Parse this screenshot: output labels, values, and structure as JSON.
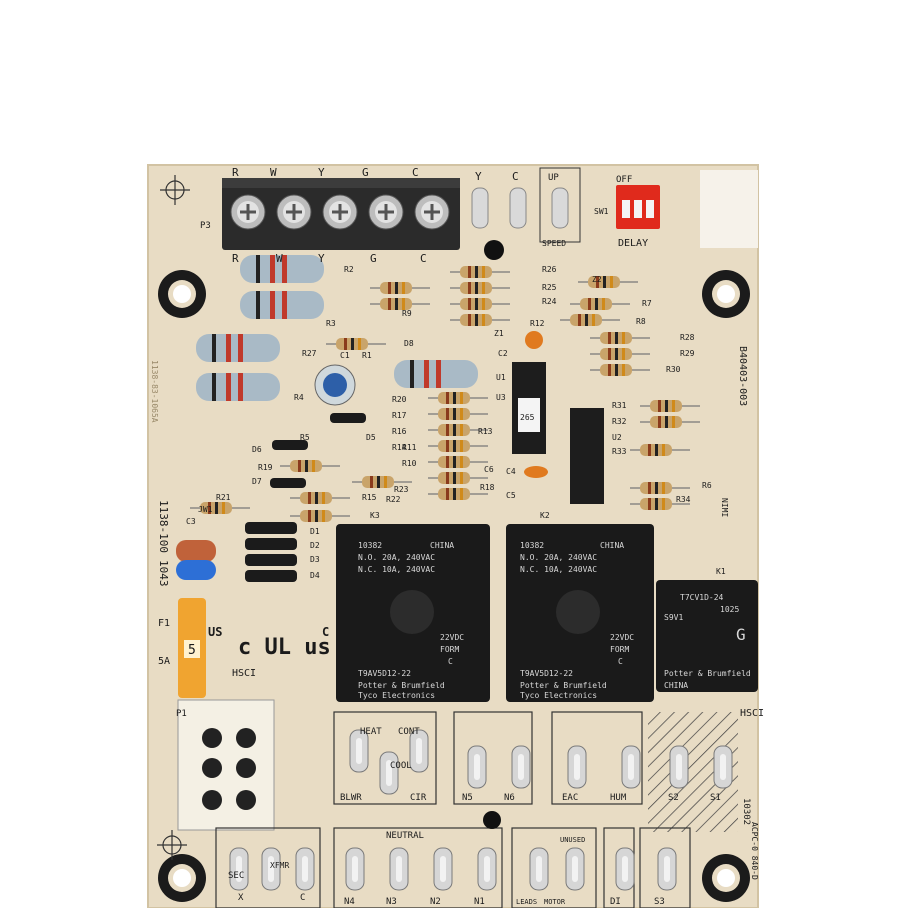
{
  "board": {
    "top_row_labels": [
      "R",
      "W",
      "Y",
      "G",
      "C"
    ],
    "term_labels_right": [
      "Y",
      "C",
      "UP"
    ],
    "bottom_row_labels": [
      "R",
      "W",
      "Y",
      "G",
      "C"
    ],
    "terminal_block_ref": "P3",
    "speed_label": "SPEED",
    "delay_label": "DELAY",
    "dip_label_off": "OFF",
    "dip_label_sw": "SW1",
    "part_number": "B40403-003",
    "edge_code_left": "1138-100",
    "edge_code_left2": "1043",
    "vertical_text_left": "1138-83-1065A",
    "fuse_ref": "F1",
    "fuse_rating": "5A",
    "fuse_fuse": "5",
    "hsci_left": "HSCI",
    "hsci_right": "HSCI",
    "ul_mark": "c UL us",
    "c_label": "C",
    "us_label": "US",
    "connector_ref": "P1",
    "connector_ref_small": "P1",
    "nimi_label": "NIMI",
    "k1_label": "K1",
    "k2_label": "K2",
    "k3_label": "K3",
    "board_code_right": "10302",
    "acpc_label": "ACPC-0 840-D",
    "relay_big_text": [
      "10382",
      "N.O. 20A, 240VAC",
      "N.C. 10A, 240VAC",
      "CHINA",
      "22VDC",
      "FORM",
      "C",
      "T9AV5D12-22",
      "Potter & Brumfield",
      "Tyco Electronics"
    ],
    "relay_small_text": [
      "G",
      "1025",
      "Potter & Brumfield",
      "T7CV1D-24",
      "S9V1",
      "CHINA"
    ],
    "ic_top_label": "265",
    "ic_refs": [
      "U1",
      "U2",
      "U3"
    ],
    "resistor_refs_left": [
      "R2",
      "R3",
      "R1",
      "R4",
      "R5",
      "R10",
      "R11",
      "R15",
      "R19",
      "R21",
      "R22",
      "R23",
      "R9",
      "R12"
    ],
    "resistor_refs_mid": [
      "R20",
      "R17",
      "R16",
      "R14",
      "R13",
      "R18",
      "R24",
      "R25",
      "R26",
      "R27"
    ],
    "resistor_refs_right": [
      "R7",
      "R8",
      "R28",
      "R29",
      "R30",
      "R31",
      "R32",
      "R33",
      "R34",
      "R6"
    ],
    "diode_refs": [
      "D1",
      "D2",
      "D3",
      "D4",
      "D5",
      "D6",
      "D7",
      "D8",
      "Z1",
      "Z2"
    ],
    "cap_refs": [
      "C1",
      "C2",
      "C3",
      "C4",
      "C5",
      "C6"
    ],
    "jumper_ref": "JW1",
    "bottom_terminals": {
      "heat": "HEAT",
      "cont": "CONT",
      "cool": "COOL",
      "blwr": "BLWR",
      "cir": "CIR",
      "n5": "N5",
      "n6": "N6",
      "eac": "EAC",
      "hum": "HUM",
      "s2": "S2",
      "s1": "S1",
      "neutral": "NEUTRAL",
      "n4": "N4",
      "n3": "N3",
      "n2": "N2",
      "n1": "N1",
      "leads": "LEADS",
      "motor": "MOTOR",
      "unused": "UNUSED",
      "di": "DI",
      "s3": "S3",
      "sec": "SEC",
      "xfmr": "XFMR",
      "x": "X",
      "c": "C"
    },
    "colors": {
      "board": "#e8dcc4",
      "board_shadow": "#d8c9ab",
      "terminal_block": "#2b2b2b",
      "screw": "#cfcfcf",
      "relay": "#1a1a1a",
      "dip_switch": "#e02a1c",
      "fuse": "#f0a430",
      "resistor_blue": "#9fb2bf",
      "resistor_tan": "#c9a46a"
    }
  }
}
